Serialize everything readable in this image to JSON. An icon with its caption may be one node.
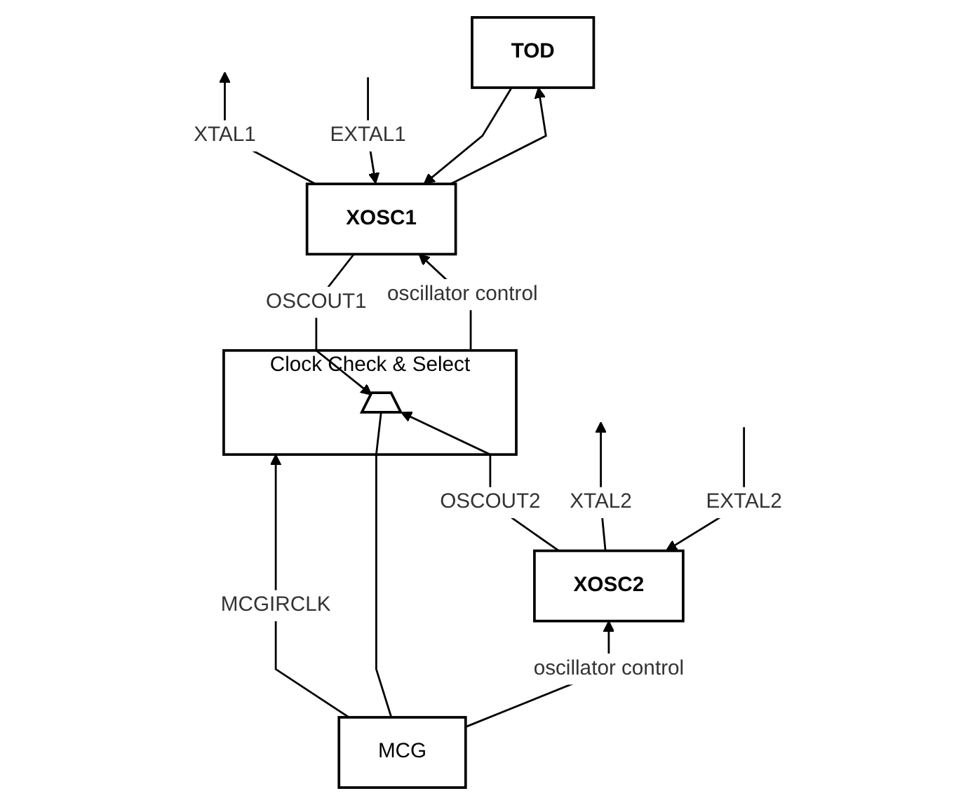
{
  "diagram": {
    "nodes": [
      {
        "text": [
          "Clock Check & Select"
        ]
      },
      {
        "text": [],
        "shape": "trapezoid",
        "in": 0
      },
      {
        "text": [
          "XOSC2"
        ]
      },
      {
        "text": [
          "XOSC1"
        ]
      },
      {
        "text": [
          "TOD"
        ]
      },
      {
        "text": [
          "MCG"
        ]
      }
    ],
    "edges": [
      {
        "from": 2,
        "to": null,
        "label": "XTAL2",
        "arrow": "to"
      },
      {
        "from": null,
        "to": 2,
        "label": "EXTAL2",
        "arrow": "to"
      },
      {
        "from": 3,
        "to": null,
        "label": "XTAL1",
        "arrow": "to"
      },
      {
        "from": null,
        "to": 3,
        "label": "EXTAL1",
        "arrow": "to"
      },
      {
        "from": 4,
        "to": 3,
        "arrow": "to"
      },
      {
        "from": 3,
        "to": 4,
        "arrow": "to"
      },
      {
        "from": 2,
        "to": 1,
        "label": "OSCOUT2",
        "arrow": "to"
      },
      {
        "from": 3,
        "to": 1,
        "label": "OSCOUT1",
        "arrow": "to"
      },
      {
        "from": 0,
        "to": 3,
        "label": "oscillator control",
        "arrow": "to"
      },
      {
        "from": 5,
        "to": 0,
        "label": "MCGIRCLK",
        "arrow": "to"
      },
      {
        "from": 5,
        "to": 1,
        "arrow": "none"
      },
      {
        "from": 5,
        "to": 2,
        "label": "oscillator control",
        "arrow": "to"
      }
    ]
  }
}
